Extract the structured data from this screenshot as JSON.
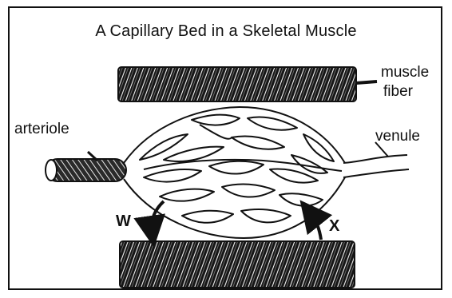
{
  "diagram": {
    "title": "A Capillary Bed in a Skeletal Muscle",
    "labels": {
      "muscle_fiber_line1": "muscle",
      "muscle_fiber_line2": "fiber",
      "arteriole": "arteriole",
      "venule": "venule",
      "w": "W",
      "x": "X"
    }
  }
}
